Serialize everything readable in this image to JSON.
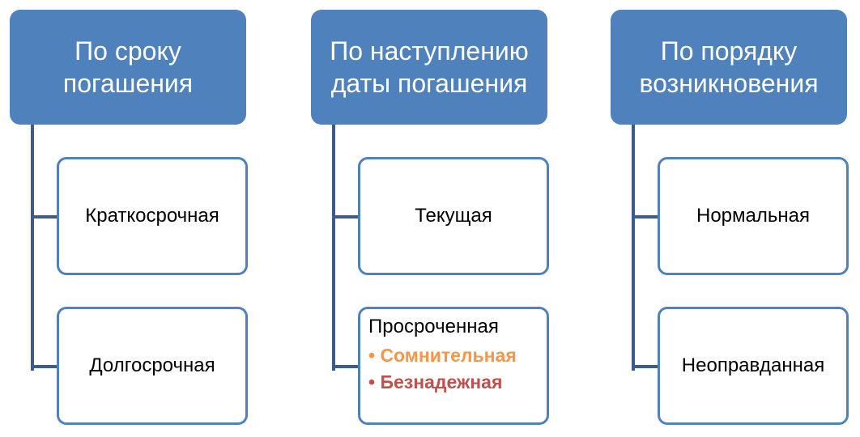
{
  "groups": [
    {
      "title": "По сроку погашения",
      "items": [
        "Краткосрочная",
        "Долгосрочная"
      ]
    },
    {
      "title": "По наступлению даты погашения",
      "items": [
        "Текущая"
      ],
      "overdue": {
        "title": "Просроченная",
        "bullets": [
          {
            "text": "• Сомнительная",
            "color": "#f79646"
          },
          {
            "text": "• Безнадежная",
            "color": "#c0504d"
          }
        ]
      }
    },
    {
      "title": "По порядку возникновения",
      "items": [
        "Нормальная",
        "Неоправданная"
      ]
    }
  ],
  "colors": {
    "header_fill": "#4f81bd",
    "card_border": "#4f81bd",
    "connector": "#3e5c89"
  }
}
